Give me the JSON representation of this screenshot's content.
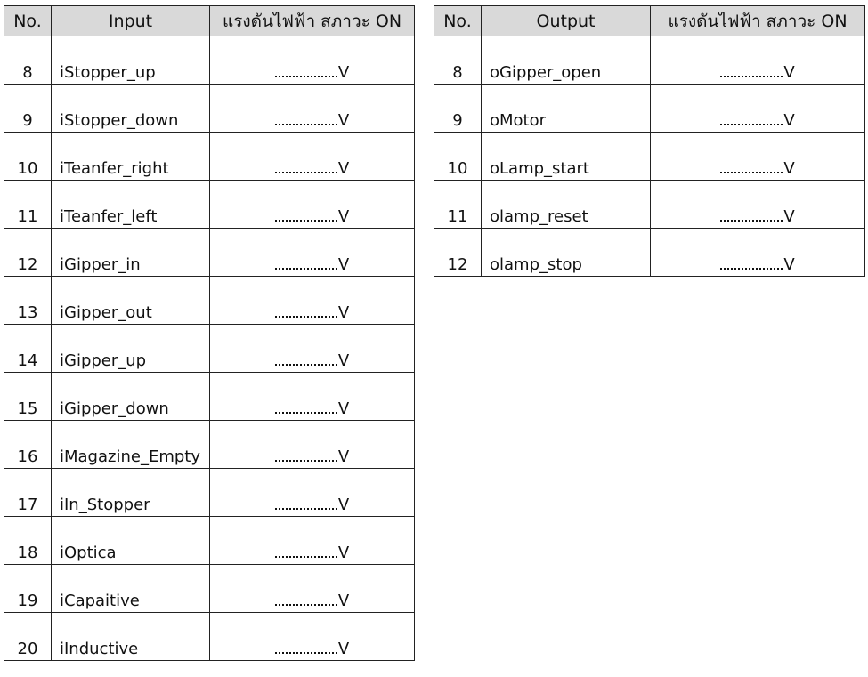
{
  "input_table": {
    "headers": {
      "no": "No.",
      "name": "Input",
      "voltage": "แรงดันไฟฟ้า สภาวะ ON"
    },
    "rows": [
      {
        "no": "8",
        "name": "iStopper_up",
        "unit": "V"
      },
      {
        "no": "9",
        "name": "iStopper_down",
        "unit": "V"
      },
      {
        "no": "10",
        "name": "iTeanfer_right",
        "unit": "V"
      },
      {
        "no": "11",
        "name": "iTeanfer_left",
        "unit": "V"
      },
      {
        "no": "12",
        "name": "iGipper_in",
        "unit": "V"
      },
      {
        "no": "13",
        "name": "iGipper_out",
        "unit": "V"
      },
      {
        "no": "14",
        "name": "iGipper_up",
        "unit": "V"
      },
      {
        "no": "15",
        "name": "iGipper_down",
        "unit": "V"
      },
      {
        "no": "16",
        "name": "iMagazine_Empty",
        "unit": "V"
      },
      {
        "no": "17",
        "name": "iIn_Stopper",
        "unit": "V"
      },
      {
        "no": "18",
        "name": "iOptica",
        "unit": "V"
      },
      {
        "no": "19",
        "name": "iCapaitive",
        "unit": "V"
      },
      {
        "no": "20",
        "name": "iInductive",
        "unit": "V"
      }
    ]
  },
  "output_table": {
    "headers": {
      "no": "No.",
      "name": "Output",
      "voltage": "แรงดันไฟฟ้า สภาวะ ON"
    },
    "rows": [
      {
        "no": "8",
        "name": "oGipper_open",
        "unit": "V"
      },
      {
        "no": "9",
        "name": "oMotor",
        "unit": "V"
      },
      {
        "no": "10",
        "name": "oLamp_start",
        "unit": "V"
      },
      {
        "no": "11",
        "name": "olamp_reset",
        "unit": "V"
      },
      {
        "no": "12",
        "name": "olamp_stop",
        "unit": "V"
      }
    ]
  }
}
